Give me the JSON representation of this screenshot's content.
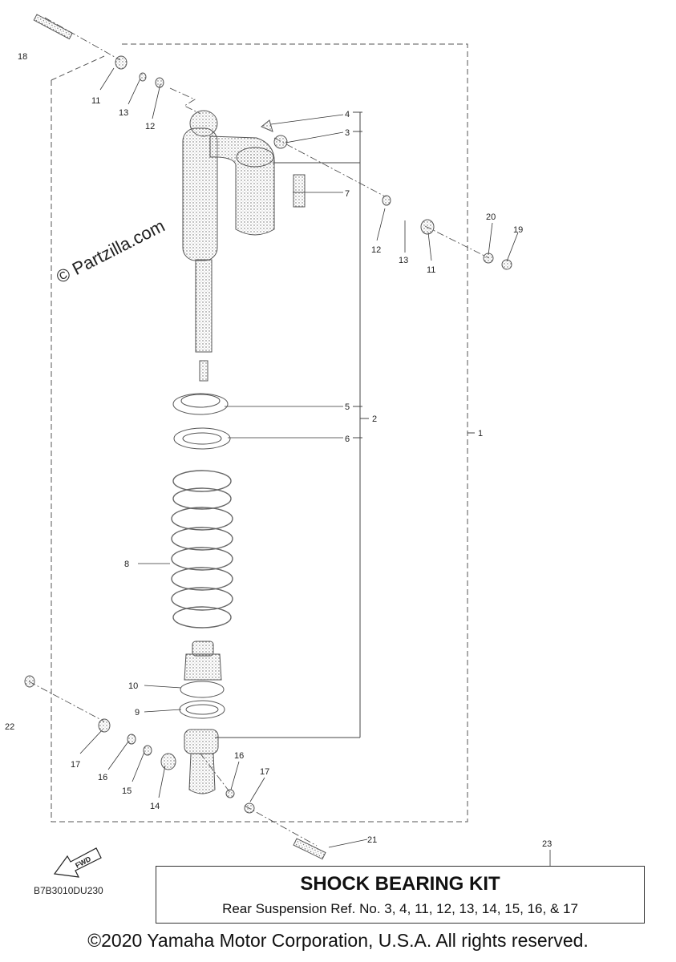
{
  "watermark": "© Partzilla.com",
  "drawing_code": "B7B3010DU230",
  "fwd_label": "FWD",
  "kit": {
    "callout": "23",
    "title": "SHOCK BEARING KIT",
    "subtitle": "Rear Suspension Ref. No. 3, 4, 11, 12, 13, 14, 15, 16, & 17"
  },
  "copyright": "©2020 Yamaha Motor Corporation, U.S.A. All rights reserved.",
  "callouts": {
    "c1": "1",
    "c2": "2",
    "c3": "3",
    "c4": "4",
    "c5": "5",
    "c6": "6",
    "c7": "7",
    "c8": "8",
    "c9": "9",
    "c10": "10",
    "c11a": "11",
    "c11b": "11",
    "c12a": "12",
    "c12b": "12",
    "c13a": "13",
    "c13b": "13",
    "c14": "14",
    "c15": "15",
    "c16a": "16",
    "c16b": "16",
    "c17a": "17",
    "c17b": "17",
    "c18": "18",
    "c19": "19",
    "c20": "20",
    "c21": "21",
    "c22": "22"
  }
}
